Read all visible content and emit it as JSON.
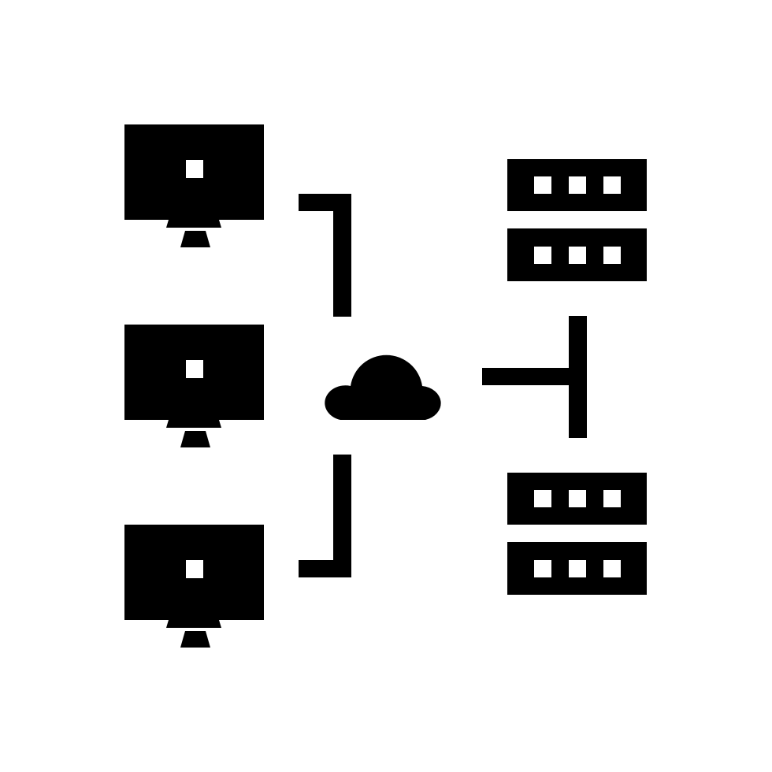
{
  "diagram": {
    "type": "network-glyph-icon",
    "colors": {
      "background": "#ffffff",
      "foreground": "#000000"
    },
    "nodes": [
      {
        "id": "computer-1",
        "kind": "monitor-icon"
      },
      {
        "id": "computer-2",
        "kind": "monitor-icon"
      },
      {
        "id": "computer-3",
        "kind": "monitor-icon"
      },
      {
        "id": "cloud",
        "kind": "cloud-icon"
      },
      {
        "id": "server-stack-1",
        "kind": "server-stack-icon"
      },
      {
        "id": "server-stack-2",
        "kind": "server-stack-icon"
      }
    ],
    "connectors": [
      {
        "from": "computer-1",
        "to": "cloud",
        "kind": "elbow-connector"
      },
      {
        "from": "computer-3",
        "to": "cloud",
        "kind": "elbow-connector"
      },
      {
        "from": "cloud",
        "to": "server-stack-1",
        "kind": "t-connector"
      },
      {
        "from": "cloud",
        "to": "server-stack-2",
        "kind": "t-connector"
      }
    ]
  }
}
